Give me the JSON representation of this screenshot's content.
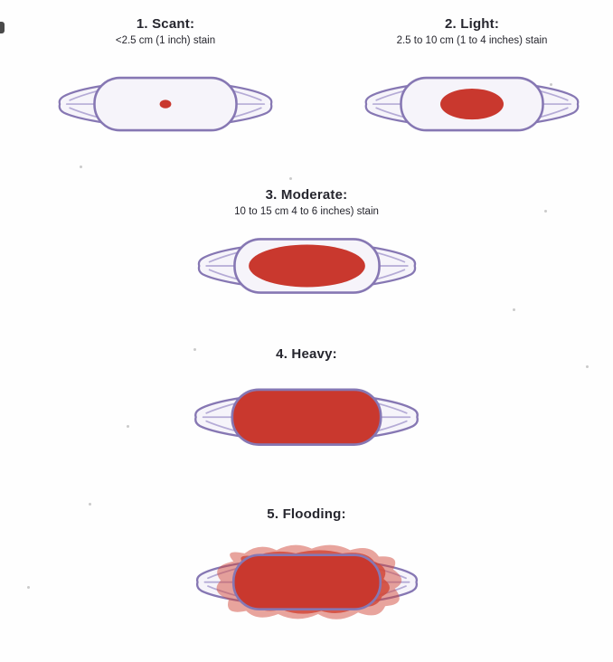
{
  "items": [
    {
      "label": "1. Scant:",
      "description": "<2.5 cm (1 inch) stain",
      "stain": "dot"
    },
    {
      "label": "2. Light:",
      "description": "2.5 to 10 cm (1 to 4 inches) stain",
      "stain": "small-oval"
    },
    {
      "label": "3. Moderate:",
      "description": "10 to 15 cm 4 to 6 inches) stain",
      "stain": "large-oval"
    },
    {
      "label": "4. Heavy:",
      "description": "",
      "stain": "full"
    },
    {
      "label": "5. Flooding:",
      "description": "",
      "stain": "overflow"
    }
  ],
  "colors": {
    "stain_red": "#c9382e",
    "flood_red": "#d14a3c",
    "pad_outline": "#8677b3",
    "pad_fill": "#f6f4fa"
  }
}
